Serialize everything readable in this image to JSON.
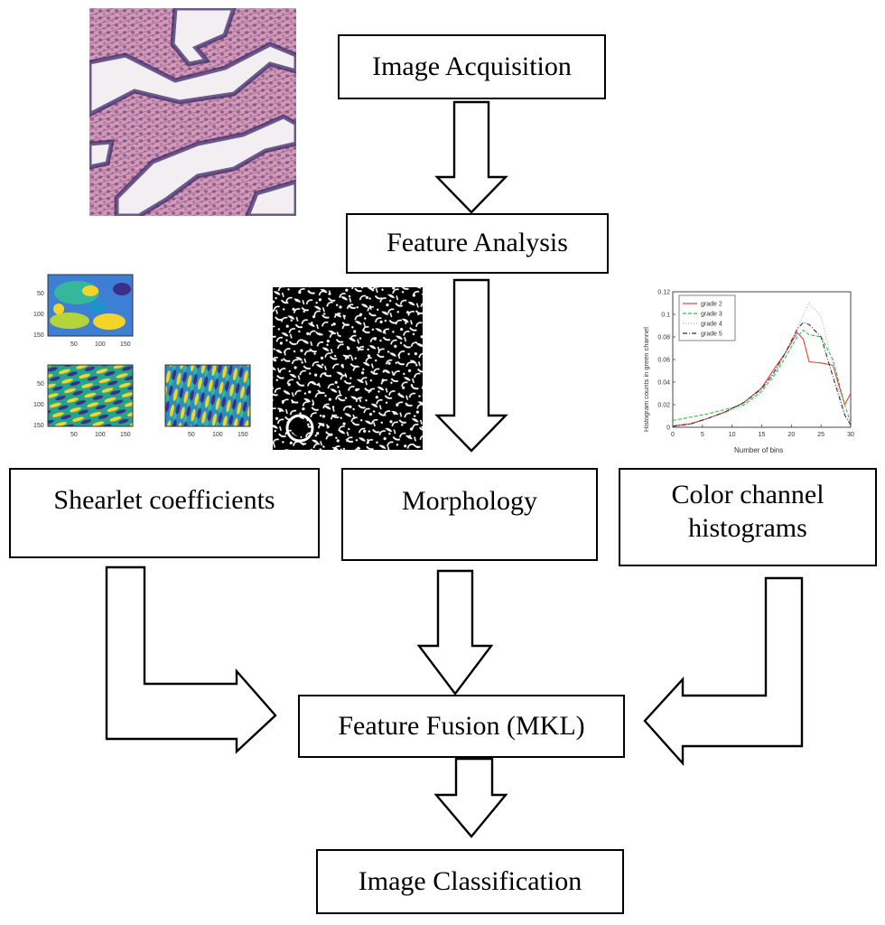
{
  "nodes": {
    "acquisition": "Image Acquisition",
    "feature_analysis": "Feature Analysis",
    "shearlet": "Shearlet coefficients",
    "morphology": "Morphology",
    "color_hist": "Color channel histograms",
    "fusion": "Feature Fusion (MKL)",
    "classification": "Image Classification"
  },
  "colors": {
    "tissue_bg": "#c98aa8",
    "tissue_nuclei": "#3d2a6a",
    "lumen": "#f2eef2",
    "viridis_dark": "#3b2f8a",
    "viridis_mid": "#26a38c",
    "viridis_light": "#f3d52a"
  },
  "shearlet_plots": {
    "y_ticks": [
      "50",
      "100",
      "150"
    ],
    "x_ticks": [
      "50",
      "100",
      "150"
    ]
  },
  "histogram_chart": {
    "ylabel": "Histogram counts in green channel",
    "xlabel": "Number of bins",
    "y_ticks": [
      "0",
      "0.02",
      "0.04",
      "0.06",
      "0.08",
      "0.1",
      "0.12"
    ],
    "x_ticks": [
      "0",
      "5",
      "10",
      "15",
      "20",
      "25",
      "30"
    ],
    "legend": [
      "grade 2",
      "grade 3",
      "grade 4",
      "grade 5"
    ],
    "series_colors": [
      "#e8413a",
      "#33c04a",
      "#b0a8e6",
      "#333333"
    ]
  },
  "chart_data": {
    "type": "line",
    "title": "",
    "xlabel": "Number of bins",
    "ylabel": "Histogram counts in green channel",
    "xlim": [
      0,
      30
    ],
    "ylim": [
      0,
      0.12
    ],
    "legend_position": "top-left",
    "x": [
      0,
      3,
      6,
      9,
      12,
      15,
      17,
      19,
      21,
      22,
      23,
      25,
      27,
      29,
      30
    ],
    "series": [
      {
        "name": "grade 2",
        "values": [
          0.001,
          0.003,
          0.008,
          0.014,
          0.022,
          0.035,
          0.051,
          0.066,
          0.084,
          0.078,
          0.058,
          0.057,
          0.055,
          0.02,
          0.03
        ]
      },
      {
        "name": "grade 3",
        "values": [
          0.006,
          0.009,
          0.012,
          0.016,
          0.02,
          0.032,
          0.045,
          0.062,
          0.08,
          0.086,
          0.082,
          0.08,
          0.06,
          0.02,
          0.004
        ]
      },
      {
        "name": "grade 4",
        "values": [
          0.002,
          0.004,
          0.008,
          0.013,
          0.019,
          0.03,
          0.047,
          0.066,
          0.088,
          0.099,
          0.11,
          0.098,
          0.055,
          0.01,
          0.004
        ]
      },
      {
        "name": "grade 5",
        "values": [
          0.001,
          0.003,
          0.008,
          0.014,
          0.022,
          0.034,
          0.048,
          0.066,
          0.087,
          0.093,
          0.091,
          0.08,
          0.045,
          0.011,
          0.002
        ]
      }
    ]
  }
}
